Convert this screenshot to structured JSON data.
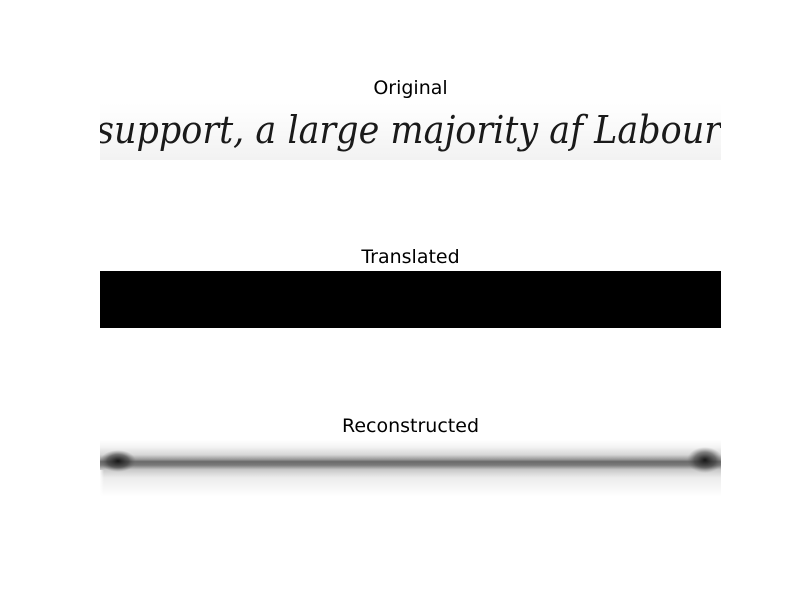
{
  "panels": {
    "original": {
      "title": "Original",
      "handwriting_text": "support, a large majority af Labour"
    },
    "translated": {
      "title": "Translated",
      "fill_color": "#000000"
    },
    "reconstructed": {
      "title": "Reconstructed"
    }
  }
}
